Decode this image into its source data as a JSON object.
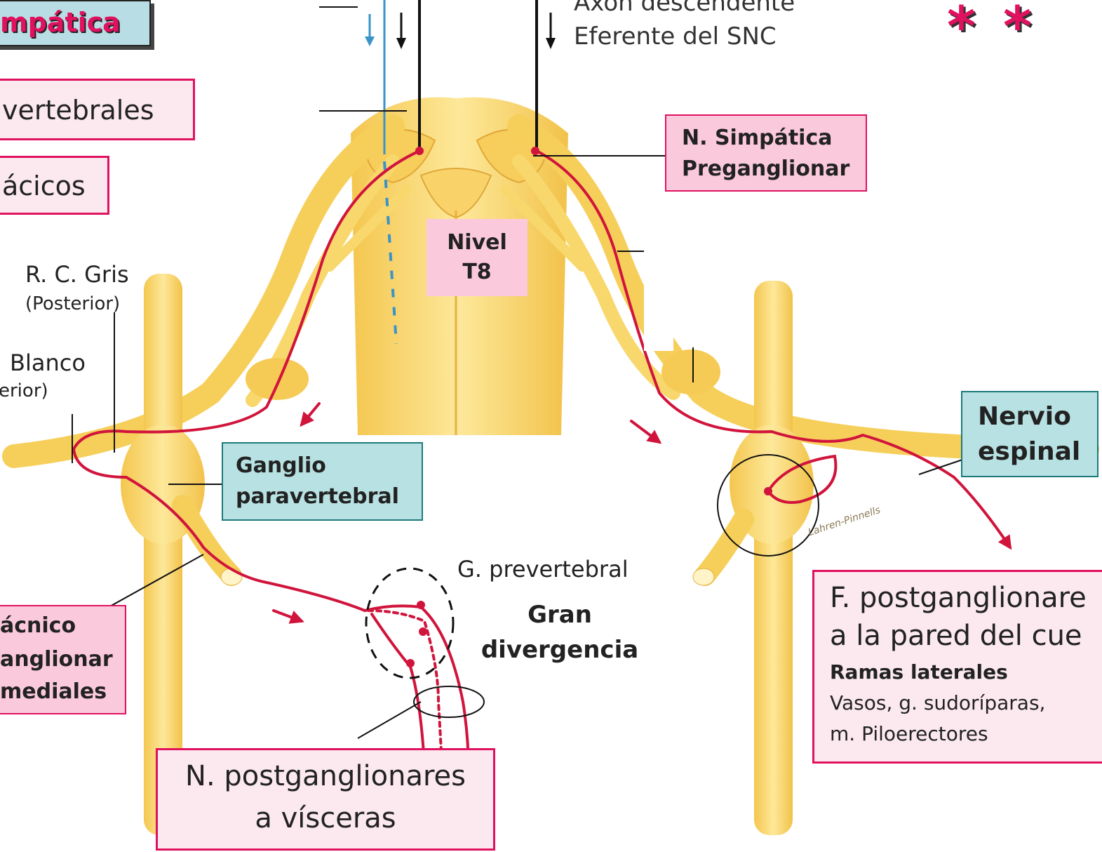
{
  "title": "mpática",
  "stars": "* *",
  "left_boxes": {
    "vertebrales": "vertebrales",
    "acicos": "ácicos"
  },
  "top": {
    "axon_descendente": "Axón descendente",
    "eferente": "Eferente del SNC"
  },
  "labels": {
    "n_simpatica": [
      "N. Simpática",
      "Preganglionar"
    ],
    "nivel": [
      "Nivel",
      "T8"
    ],
    "rc_gris": "R. C. Gris",
    "posterior": "(Posterior)",
    "blanco": "Blanco",
    "erior": "erior)",
    "ganglio": [
      "Ganglio",
      "paravertebral"
    ],
    "nervio": [
      "Nervio",
      "espinal"
    ],
    "g_prevertebral": "G. prevertebral",
    "gran": [
      "Gran",
      "divergencia"
    ],
    "esplacnico": [
      "ácnico",
      "anglionar",
      "mediales"
    ],
    "n_post": [
      "N. postganglionares",
      "a vísceras"
    ],
    "f_post": [
      "F. postganglionare",
      "a la pared del cue"
    ],
    "ramas": "Ramas laterales",
    "vasos": "Vasos, g. sudoríparas,",
    "piloerectores": "m. Piloerectores",
    "signature": "Lahren-Pinnells"
  },
  "colors": {
    "nerve_red": "#d1143c",
    "tissue_yellow": "#f8d66a",
    "pink_border": "#e0115f",
    "teal_fill": "#b7e1e2"
  }
}
